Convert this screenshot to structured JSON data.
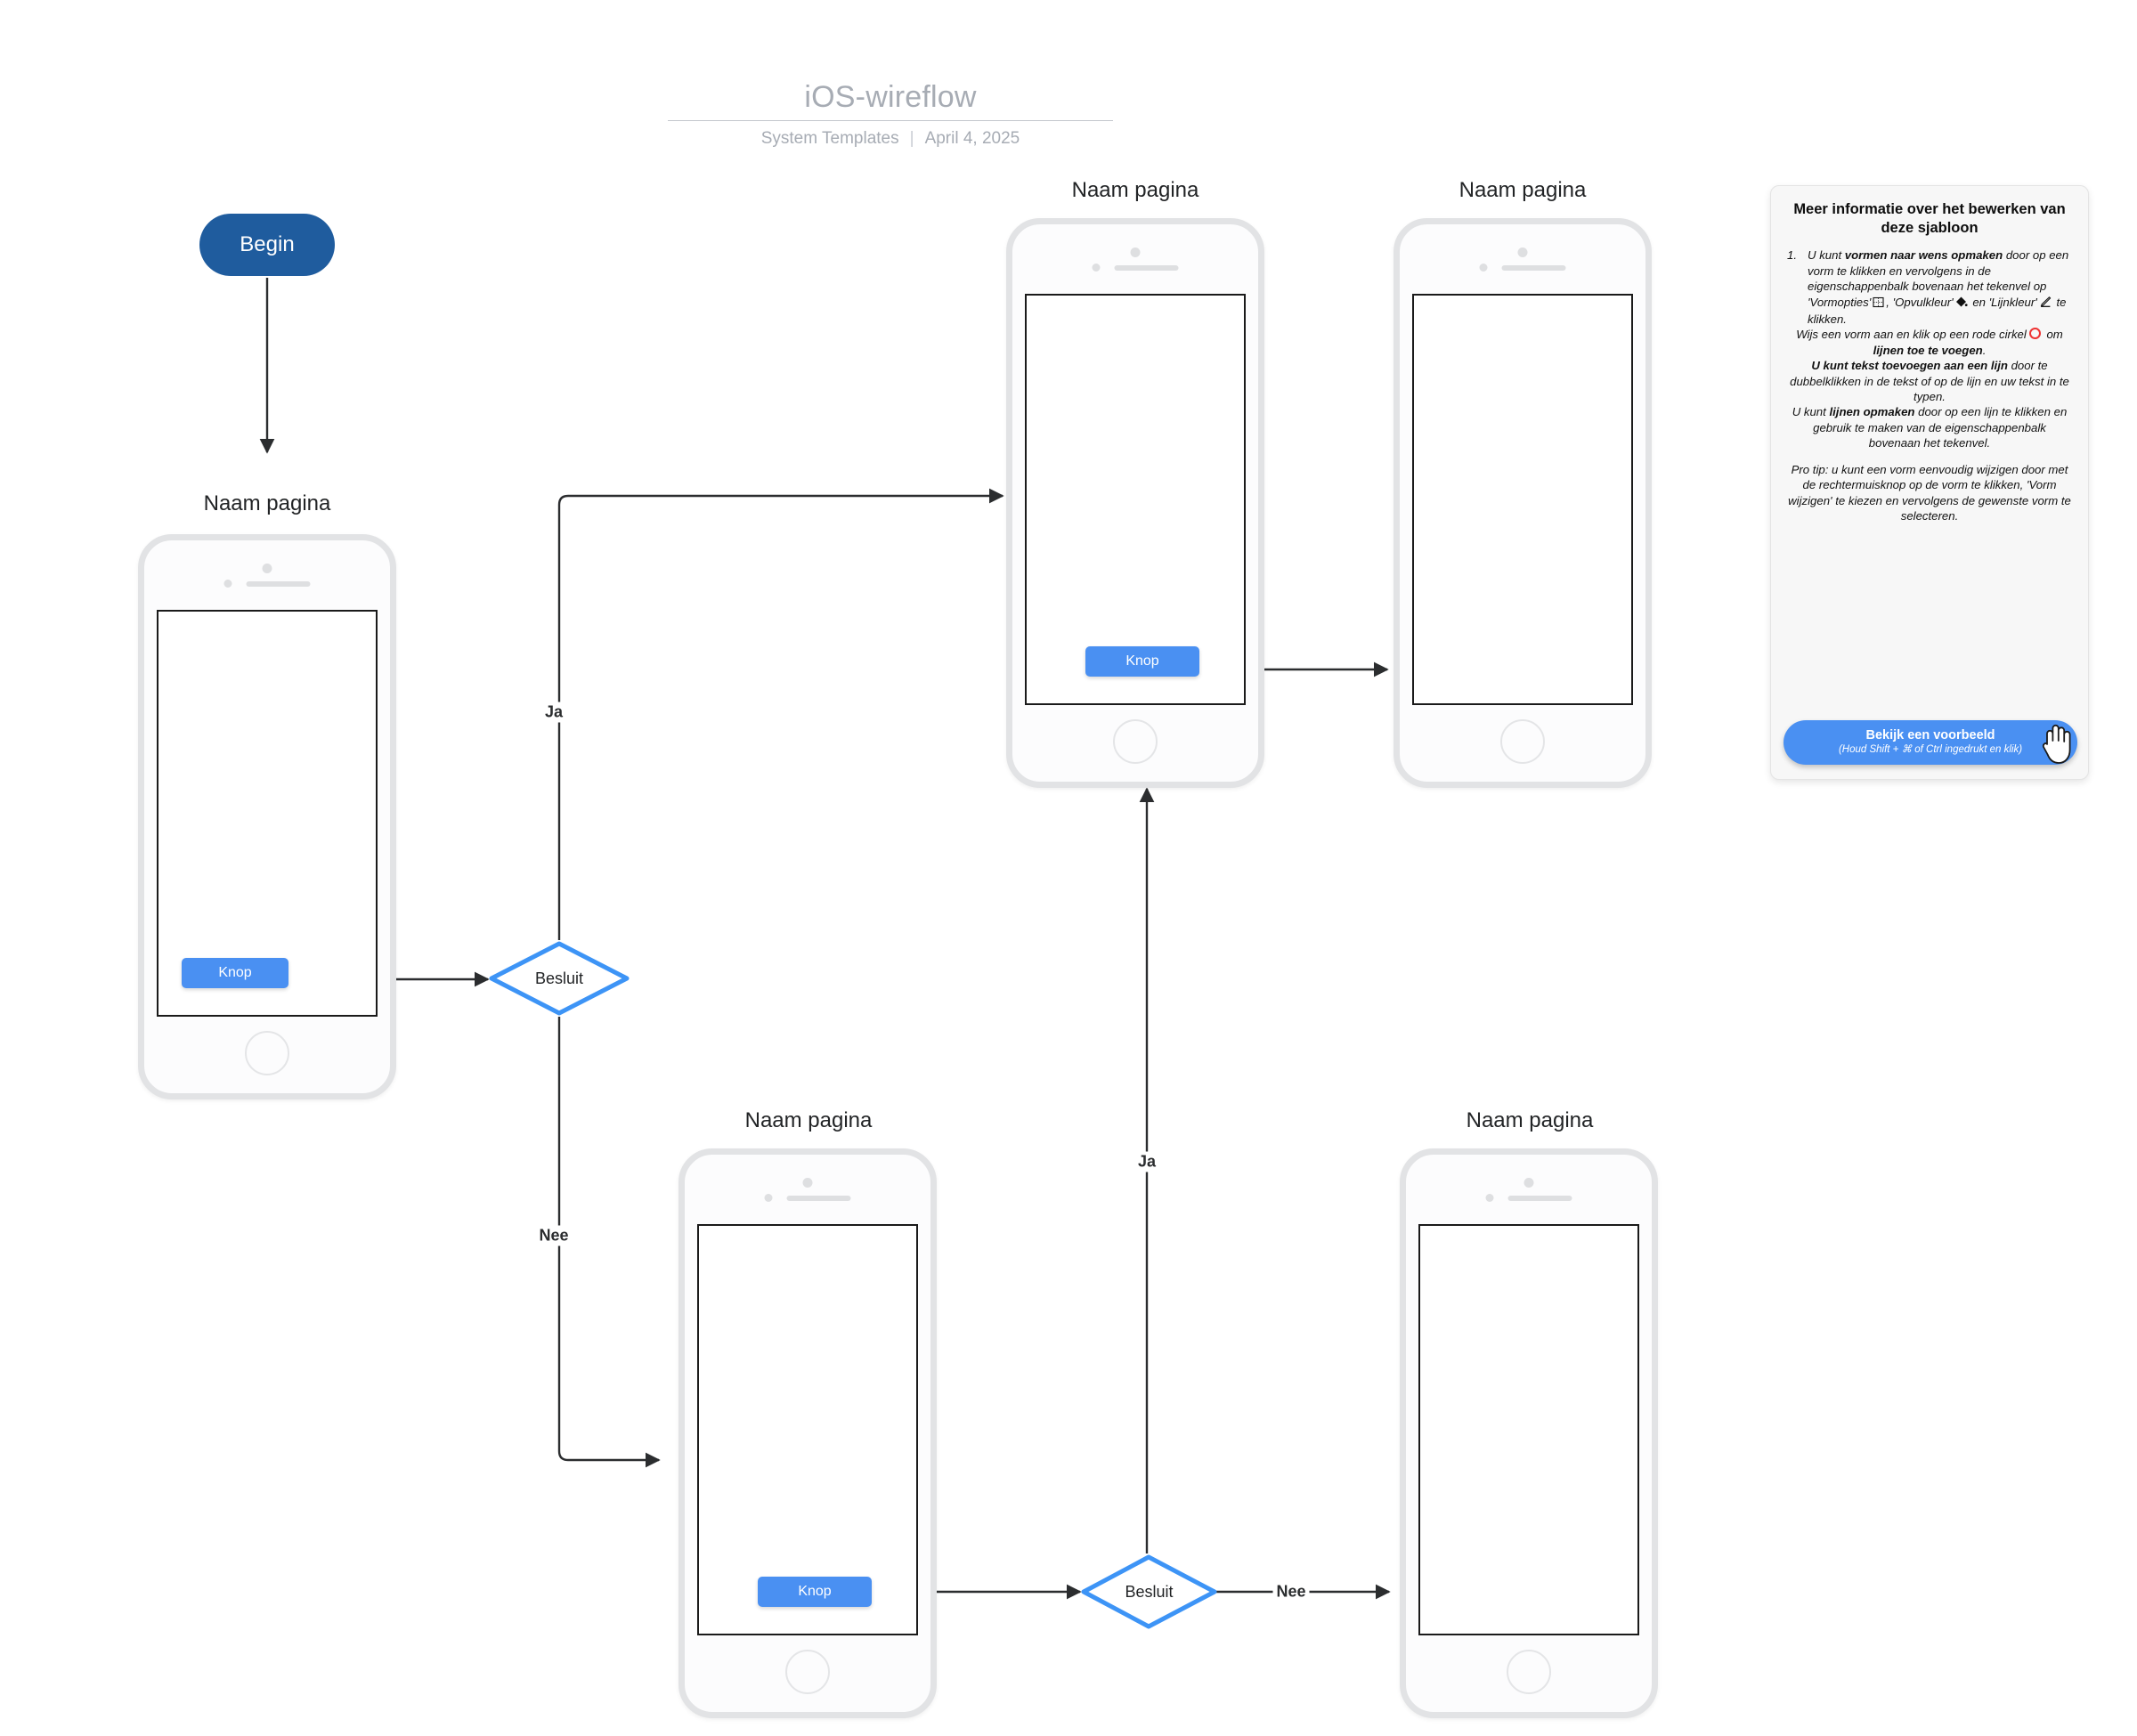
{
  "header": {
    "title": "iOS-wireflow",
    "subtitle_left": "System Templates",
    "subtitle_divider": "|",
    "subtitle_right": "April 4, 2025"
  },
  "flow": {
    "start_node": {
      "label": "Begin"
    },
    "pages": [
      {
        "id": "page-1",
        "label": "Naam pagina",
        "has_button": true,
        "button_label": "Knop"
      },
      {
        "id": "page-2",
        "label": "Naam pagina",
        "has_button": true,
        "button_label": "Knop"
      },
      {
        "id": "page-3",
        "label": "Naam pagina",
        "has_button": false,
        "button_label": ""
      },
      {
        "id": "page-4",
        "label": "Naam pagina",
        "has_button": true,
        "button_label": "Knop"
      },
      {
        "id": "page-5",
        "label": "Naam pagina",
        "has_button": false,
        "button_label": ""
      }
    ],
    "decisions": [
      {
        "id": "decision-1",
        "label": "Besluit"
      },
      {
        "id": "decision-2",
        "label": "Besluit"
      }
    ],
    "edge_labels": [
      {
        "id": "edge-ja-1",
        "label": "Ja"
      },
      {
        "id": "edge-nee-1",
        "label": "Nee"
      },
      {
        "id": "edge-ja-2",
        "label": "Ja"
      },
      {
        "id": "edge-nee-2",
        "label": "Nee"
      }
    ]
  },
  "info_panel": {
    "title": "Meer informatie over het bewerken van deze sjabloon",
    "list_number": "1.",
    "item1_a": "U kunt ",
    "item1_b": "vormen naar wens opmaken",
    "item1_c": " door op een vorm te klikken en vervolgens in de eigenschappenbalk bovenaan het tekenvel op 'Vormopties'",
    "item1_d": ", 'Opvulkleur'",
    "item1_e": " en 'Lijnkleur'",
    "item1_f": " te klikken.",
    "p2_a": "Wijs een vorm aan en klik op een rode cirkel",
    "p2_b": " om ",
    "p2_c": "lijnen toe te voegen",
    "p2_d": ".",
    "p3_a": "U kunt tekst toevoegen aan een lijn",
    "p3_b": " door te dubbelklikken in de tekst of op de lijn en uw tekst in te typen.",
    "p4_a": "U kunt ",
    "p4_b": "lijnen opmaken",
    "p4_c": " door op een lijn te klikken en gebruik te maken van de eigenschappenbalk bovenaan het tekenvel.",
    "p5": "Pro tip: u kunt een vorm eenvoudig wijzigen door met de rechtermuisknop op de vorm te klikken, 'Vorm wijzigen' te kiezen en vervolgens de gewenste vorm te selecteren.",
    "button_main": "Bekijk een voorbeeld",
    "button_sub": "(Houd Shift + ⌘ of Ctrl ingedrukt en klik)",
    "icons": {
      "shape_options": "shape-options-icon",
      "fill_color": "fill-color-icon",
      "line_color": "line-color-icon",
      "red_handle": "red-circle-handle-icon"
    }
  },
  "colors": {
    "start_node": "#1f5c9e",
    "button_blue": "#4a90f2",
    "decision_stroke": "#3d94f6",
    "title_gray": "#a7acb4",
    "phone_frame": "#e2e3e5",
    "connector": "#2b2d2f"
  }
}
